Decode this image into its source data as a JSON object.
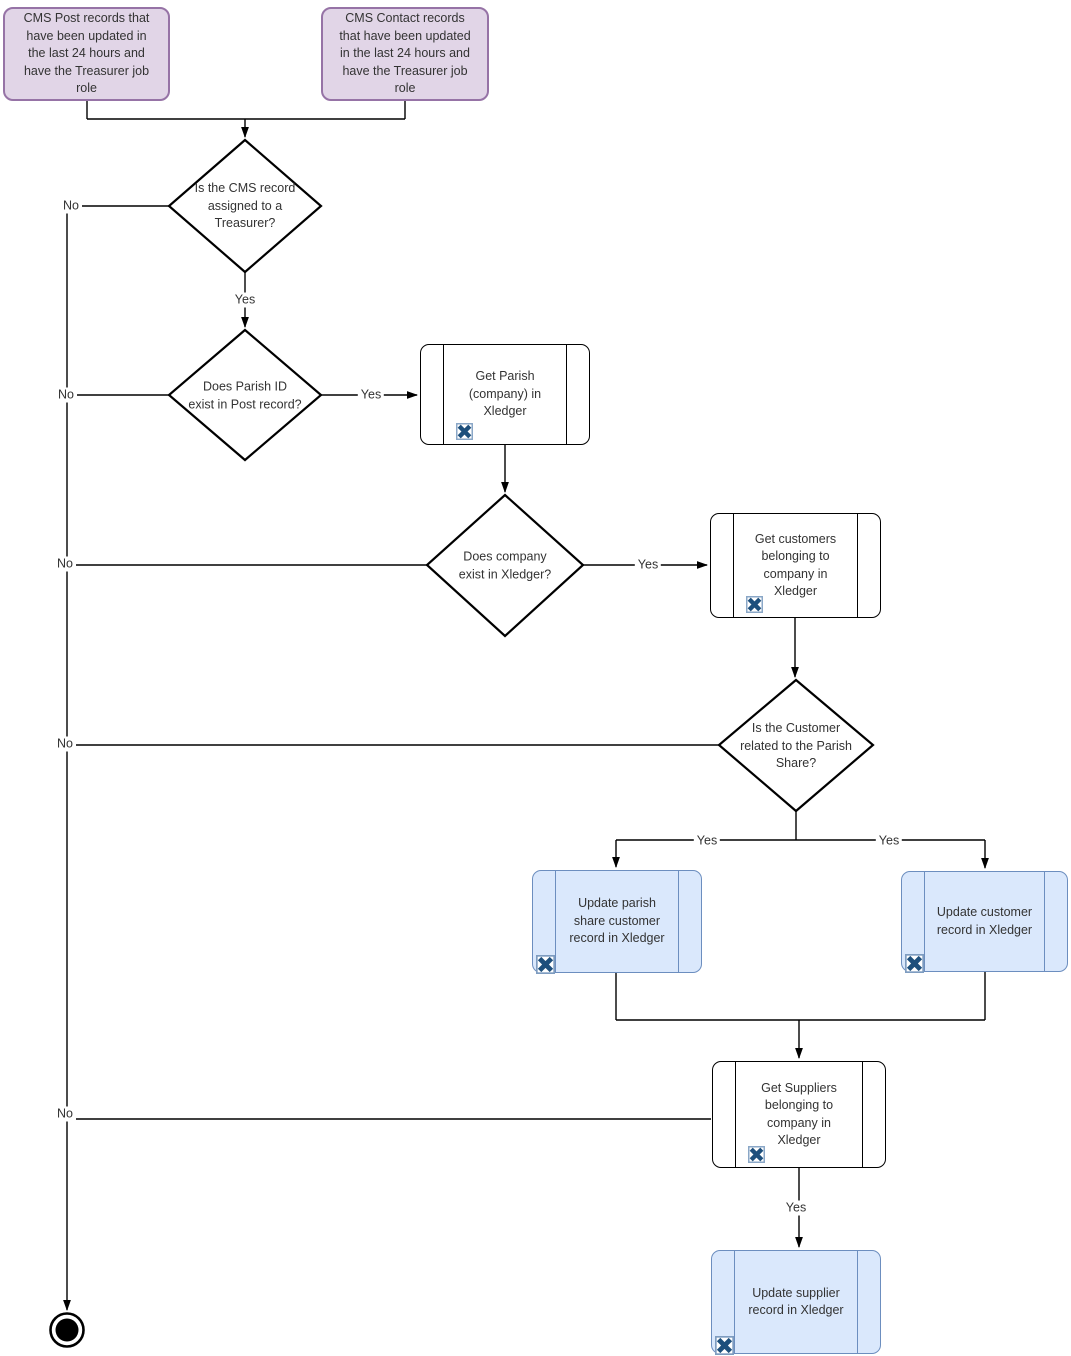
{
  "diagram": {
    "labels": {
      "yes": "Yes",
      "no": "No"
    },
    "colors": {
      "start_fill": "#E1D5E7",
      "start_stroke": "#9673A6",
      "process_fill": "#FFFFFF",
      "process_stroke": "#000000",
      "update_fill": "#DAE8FC",
      "update_stroke": "#6C8EBF",
      "connector": "#000000",
      "xledger_icon_blue": "#1D4F7C"
    },
    "nodes": {
      "start_post": {
        "label": "CMS Post records that\nhave been updated in\nthe last 24 hours and\nhave the Treasurer job\nrole"
      },
      "start_contact": {
        "label": "CMS Contact records\nthat have been updated\nin the last 24 hours and\nhave the Treasurer job\nrole"
      },
      "decision_treasurer": {
        "label": "Is the CMS record\nassigned to a\nTreasurer?"
      },
      "decision_parish_id": {
        "label": "Does Parish ID\nexist in Post record?"
      },
      "decision_company": {
        "label": "Does company\nexist in Xledger?"
      },
      "decision_parish_share": {
        "label": "Is the Customer\nrelated to the Parish\nShare?"
      },
      "get_parish": {
        "label": "Get Parish\n(company) in\nXledger",
        "icon": "xledger-icon"
      },
      "get_customers": {
        "label": "Get customers\nbelonging to\ncompany in\nXledger",
        "icon": "xledger-icon"
      },
      "update_parish_share_customer": {
        "label": "Update parish\nshare customer\nrecord in Xledger",
        "icon": "xledger-icon"
      },
      "update_customer": {
        "label": "Update customer\nrecord in Xledger",
        "icon": "xledger-icon"
      },
      "get_suppliers": {
        "label": "Get Suppliers\nbelonging to\ncompany in\nXledger",
        "icon": "xledger-icon"
      },
      "update_supplier": {
        "label": "Update supplier\nrecord in Xledger",
        "icon": "xledger-icon"
      },
      "end": {
        "type": "activity-final"
      }
    }
  }
}
